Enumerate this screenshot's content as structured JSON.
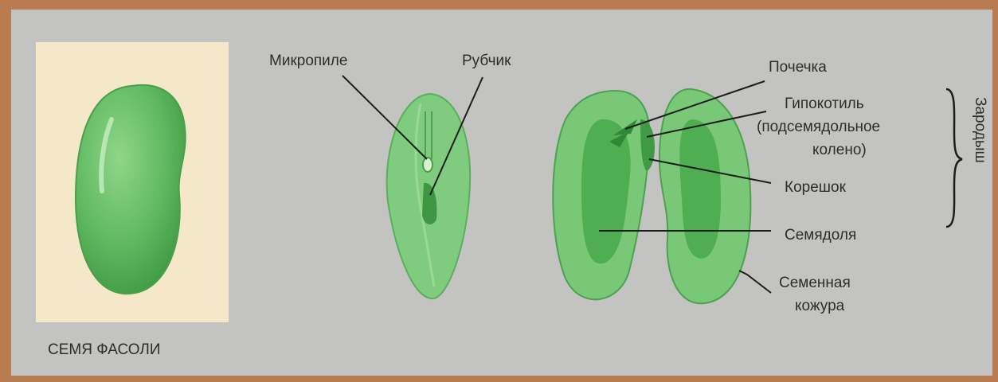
{
  "caption": "СЕМЯ ФАСОЛИ",
  "labels": {
    "mikropile": "Микропиле",
    "rubchik": "Рубчик",
    "pochechka": "Почечка",
    "gipokotil_1": "Гипокотиль",
    "gipokotil_2": "(подсемядольное",
    "gipokotil_3": "колено)",
    "koreshok": "Корешок",
    "semyadolya": "Семядоля",
    "kozhura_1": "Семенная",
    "kozhura_2": "кожура",
    "zarodysh": "Зародыш"
  },
  "colors": {
    "frame": "#b97b50",
    "panel": "#c3c3c1",
    "cream": "#f5e8c8",
    "seed_light": "#7ecb7e",
    "seed_dark": "#3f9e45"
  }
}
